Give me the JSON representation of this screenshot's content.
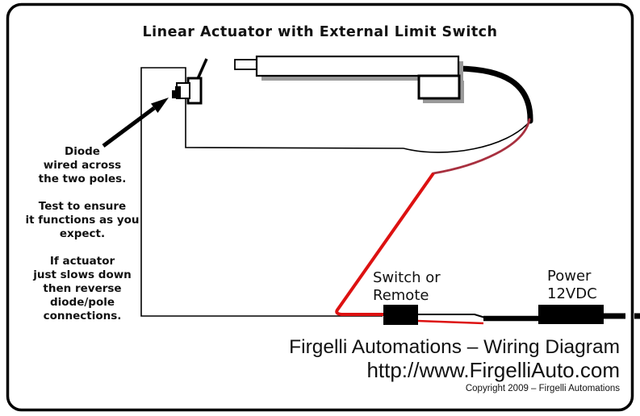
{
  "title": "Linear Actuator with External Limit Switch",
  "note": {
    "text": "Diode\nwired across\nthe two poles.\n\nTest to ensure\nit functions as you\nexpect.\n\nIf actuator\njust slows down\nthen reverse\ndiode/pole\nconnections."
  },
  "labels": {
    "switch_or_remote": "Switch or\nRemote",
    "power_12vdc": "Power\n12VDC"
  },
  "footer": {
    "company_line": "Firgelli Automations – Wiring Diagram",
    "url_line": "http://www.FirgelliAuto.com",
    "copyright_line": "Copyright 2009 – Firgelli Automations"
  },
  "colors": {
    "wire_red": "#dd1111",
    "wire_dark_red": "#a8303f",
    "wire_black": "#000000",
    "connector_black": "#000000",
    "shadow_gray": "#9a9a9a",
    "frame_black": "#000000"
  }
}
